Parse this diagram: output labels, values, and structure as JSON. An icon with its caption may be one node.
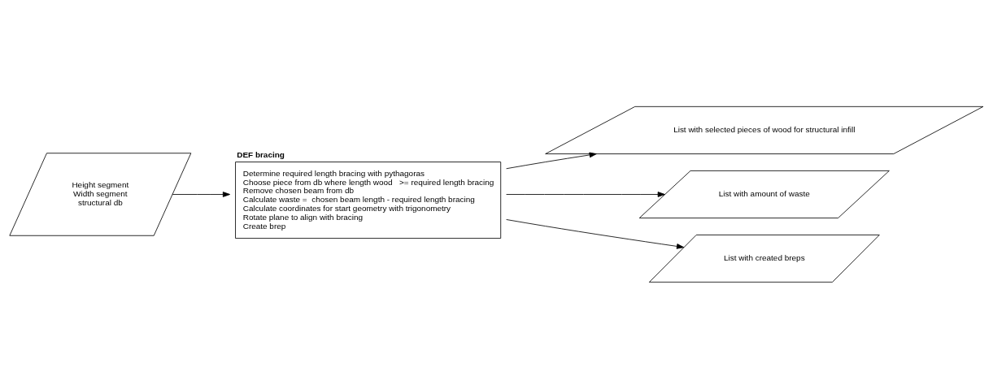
{
  "diagram": {
    "nodes": [
      {
        "text": [
          "Height segment",
          "Width segment",
          "structural db"
        ]
      },
      {
        "text": [
          "DEF bracing",
          "Determine required length bracing with pythagoras",
          "Choose piece from db where length wood   >= required length bracing",
          "Remove chosen beam from db",
          "Calculate waste =  chosen beam length - required length bracing",
          "Calculate coordinates for start geometry with trigonometry",
          "Rotate plane to align with bracing",
          "Create brep"
        ]
      },
      {
        "text": [
          "List with selected pieces of wood for structural infill"
        ]
      },
      {
        "text": [
          "List with amount of waste"
        ]
      },
      {
        "text": [
          "List with created breps"
        ]
      }
    ],
    "edges": [
      {
        "from": 0,
        "to": 1,
        "arrow": "to"
      },
      {
        "from": 1,
        "to": 2,
        "arrow": "to"
      },
      {
        "from": 1,
        "to": 3,
        "arrow": "to"
      },
      {
        "from": 1,
        "to": 4,
        "arrow": "to"
      }
    ]
  }
}
